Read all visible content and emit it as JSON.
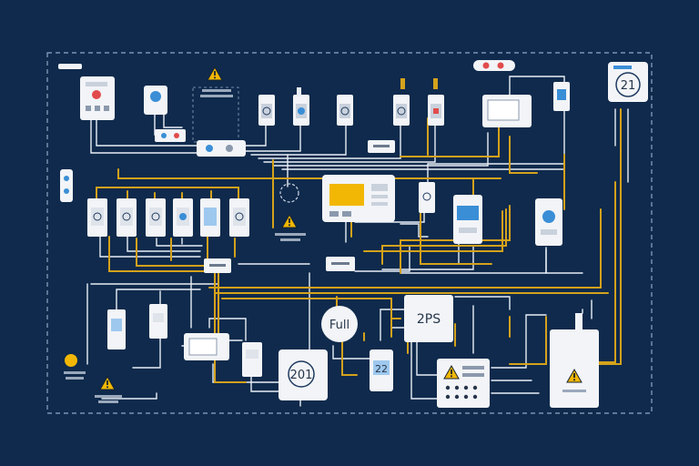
{
  "diagram": {
    "labels": {
      "full": "Full",
      "ps": "2PS",
      "n201": "201",
      "n22": "22",
      "n21": "21"
    },
    "colors": {
      "background": "#0f2a4c",
      "wire_white": "#e8eef6",
      "wire_yellow": "#d4a21c",
      "device": "#f2f4f7",
      "warning": "#f2b705"
    },
    "icons": [
      "warning-icon",
      "thermostat-icon",
      "control-panel-icon",
      "switch-icon",
      "fuse-icon",
      "breaker-icon"
    ]
  }
}
